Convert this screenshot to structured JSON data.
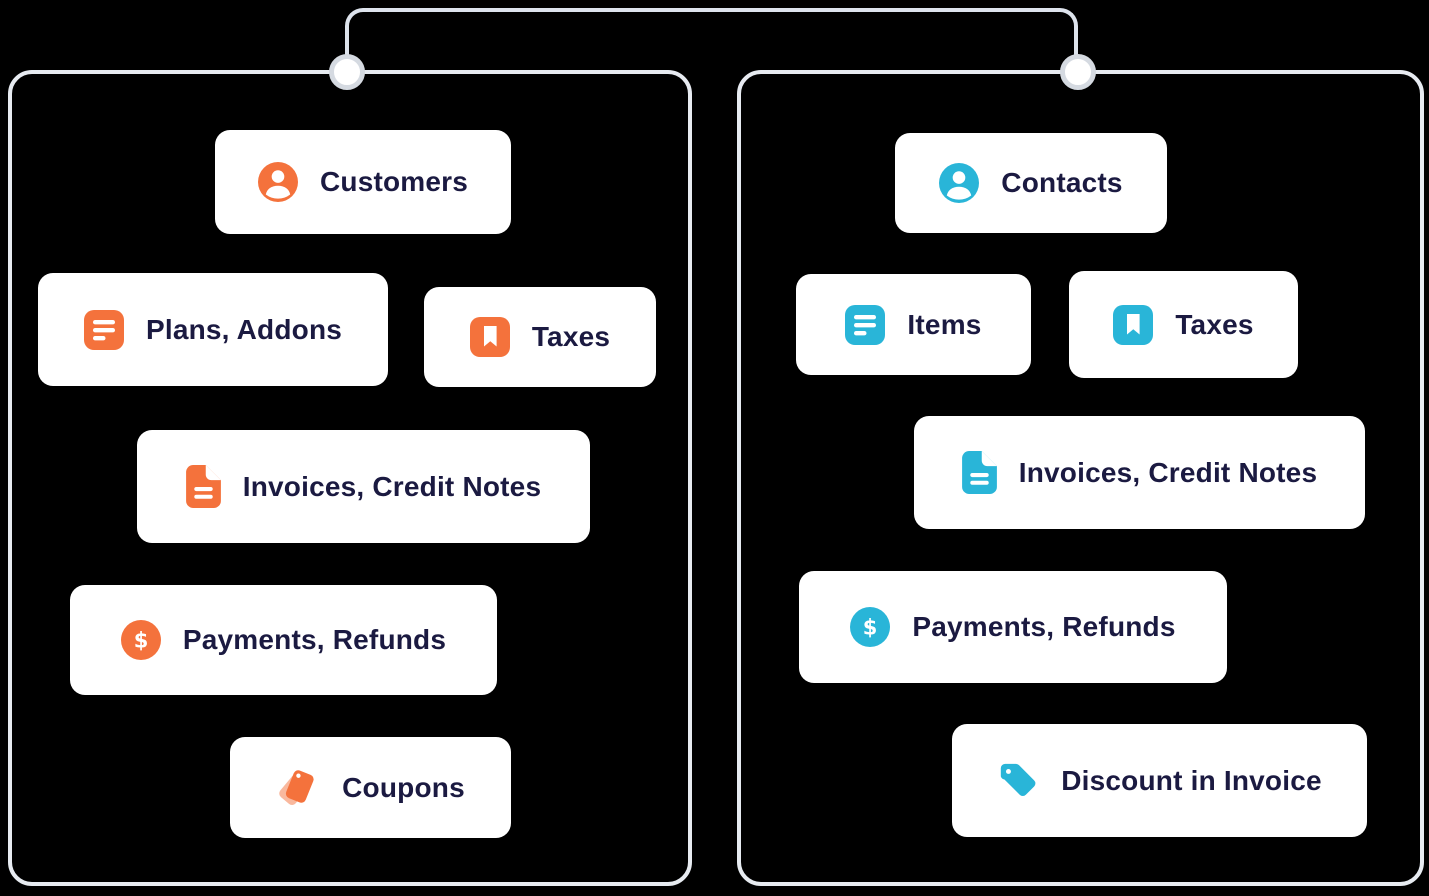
{
  "colors": {
    "background": "#000000",
    "panel_border": "#e7ebf1",
    "connector_line": "#dde3ec",
    "connector_node_fill": "#ffffff",
    "connector_node_ring": "#d5dae1",
    "card_background": "#ffffff",
    "label_text": "#1b1a41",
    "left_accent": "#f4723c",
    "right_accent": "#29b5d8"
  },
  "left_panel": {
    "cards": [
      {
        "label": "Customers",
        "icon": "user-circle-icon"
      },
      {
        "label": "Plans, Addons",
        "icon": "list-icon"
      },
      {
        "label": "Taxes",
        "icon": "bookmark-icon"
      },
      {
        "label": "Invoices, Credit Notes",
        "icon": "document-icon"
      },
      {
        "label": "Payments, Refunds",
        "icon": "dollar-circle-icon"
      },
      {
        "label": "Coupons",
        "icon": "coupons-icon"
      }
    ]
  },
  "right_panel": {
    "cards": [
      {
        "label": "Contacts",
        "icon": "user-circle-icon"
      },
      {
        "label": "Items",
        "icon": "list-icon"
      },
      {
        "label": "Taxes",
        "icon": "bookmark-icon"
      },
      {
        "label": "Invoices, Credit Notes",
        "icon": "document-icon"
      },
      {
        "label": "Payments, Refunds",
        "icon": "dollar-circle-icon"
      },
      {
        "label": "Discount in Invoice",
        "icon": "tag-icon"
      }
    ]
  }
}
